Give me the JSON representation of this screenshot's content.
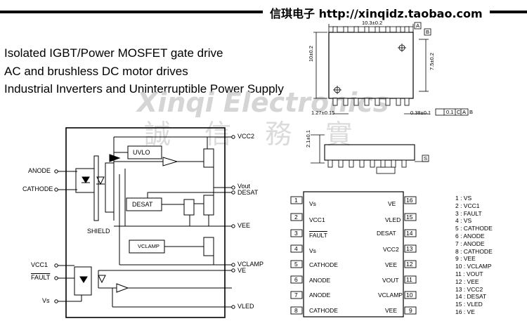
{
  "header": {
    "shop": "信琪电子 http://xinqidz.taobao.com"
  },
  "features": [
    "Isolated IGBT/Power MOSFET gate drive",
    "AC and brushless DC motor drives",
    "Industrial Inverters and Uninterruptible Power Supply"
  ],
  "watermark": {
    "en": "Xinqi Electronics",
    "cn": "誠 信 務 實"
  },
  "block": {
    "uvlo": "UVLO",
    "desat": "DESAT",
    "vclamp_box": "VCLAMP",
    "shield": "SHIELD",
    "left_pins": [
      "ANODE",
      "CATHODE",
      "VCC1",
      "FAULT",
      "Vs"
    ],
    "right_pins": [
      "VCC2",
      "Vout",
      "DESAT",
      "VEE",
      "VCLAMP",
      "VE",
      "VLED"
    ]
  },
  "package": {
    "width_dim": "10.3±0.2",
    "height_dim": "10±0.2",
    "body_dim": "7.5±0.2",
    "pitch_dim": "1.27±0.15",
    "lead_dim": "0.38±0.1",
    "thickness_dim": "2.1±0.1",
    "box_A": "A",
    "box_B": "B",
    "box_S": "S",
    "tol1": "0.1",
    "tol2": "C",
    "tol3": "A",
    "tol4": "B"
  },
  "pinout": {
    "left": [
      {
        "num": "1",
        "name": "Vs"
      },
      {
        "num": "2",
        "name": "VCC1"
      },
      {
        "num": "3",
        "name": "FAULT"
      },
      {
        "num": "4",
        "name": "Vs"
      },
      {
        "num": "5",
        "name": "CATHODE"
      },
      {
        "num": "6",
        "name": "ANODE"
      },
      {
        "num": "7",
        "name": "ANODE"
      },
      {
        "num": "8",
        "name": "CATHODE"
      }
    ],
    "right": [
      {
        "num": "16",
        "name": "VE"
      },
      {
        "num": "15",
        "name": "VLED"
      },
      {
        "num": "14",
        "name": "DESAT"
      },
      {
        "num": "13",
        "name": "VCC2"
      },
      {
        "num": "12",
        "name": "VEE"
      },
      {
        "num": "11",
        "name": "VOUT"
      },
      {
        "num": "10",
        "name": "VCLAMP"
      },
      {
        "num": "9",
        "name": "VEE"
      }
    ],
    "list": [
      "1 : VS",
      "2 : VCC1",
      "3 : FAULT",
      "4 : VS",
      "5 : CATHODE",
      "6 : ANODE",
      "7 : ANODE",
      "8 : CATHODE",
      "9 : VEE",
      "10 : VCLAMP",
      "11 : VOUT",
      "12 : VEE",
      "13 : VCC2",
      "14 : DESAT",
      "15 : VLED",
      "16 : VE"
    ]
  }
}
